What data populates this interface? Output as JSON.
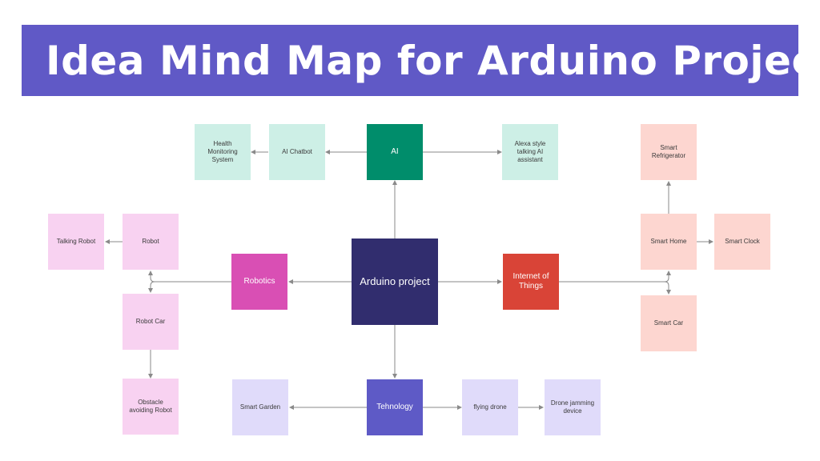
{
  "title": "Idea Mind Map for Arduino Project",
  "colors": {
    "banner": "#6059c6",
    "hub": "#312d6e",
    "ai": "#008d6b",
    "robotics": "#d94fb4",
    "iot": "#d94437",
    "technology": "#5e5ac6",
    "ai_leaf": "#cdefe6",
    "robotics_leaf": "#f8d2f1",
    "iot_leaf": "#fdd6d0",
    "technology_leaf": "#e0dbfa",
    "connector": "#8a8a8a"
  },
  "hub": "Arduino project",
  "ai": {
    "label": "AI",
    "chatbot": "AI Chatbot",
    "health": "Health Monitoring System",
    "alexa": "Alexa style talking AI assistant"
  },
  "robotics": {
    "label": "Robotics",
    "robot": "Robot",
    "talking_robot": "Talking Robot",
    "robot_car": "Robot Car",
    "obstacle": "Obstacle avoiding Robot"
  },
  "iot": {
    "label": "Internet of Things",
    "smart_home": "Smart Home",
    "smart_refrigerator": "Smart Refrigerator",
    "smart_clock": "Smart Clock",
    "smart_car": "Smart Car"
  },
  "technology": {
    "label": "Tehnology",
    "smart_garden": "Smart Garden",
    "flying_drone": "flying drone",
    "drone_jamming": "Drone jamming device"
  }
}
